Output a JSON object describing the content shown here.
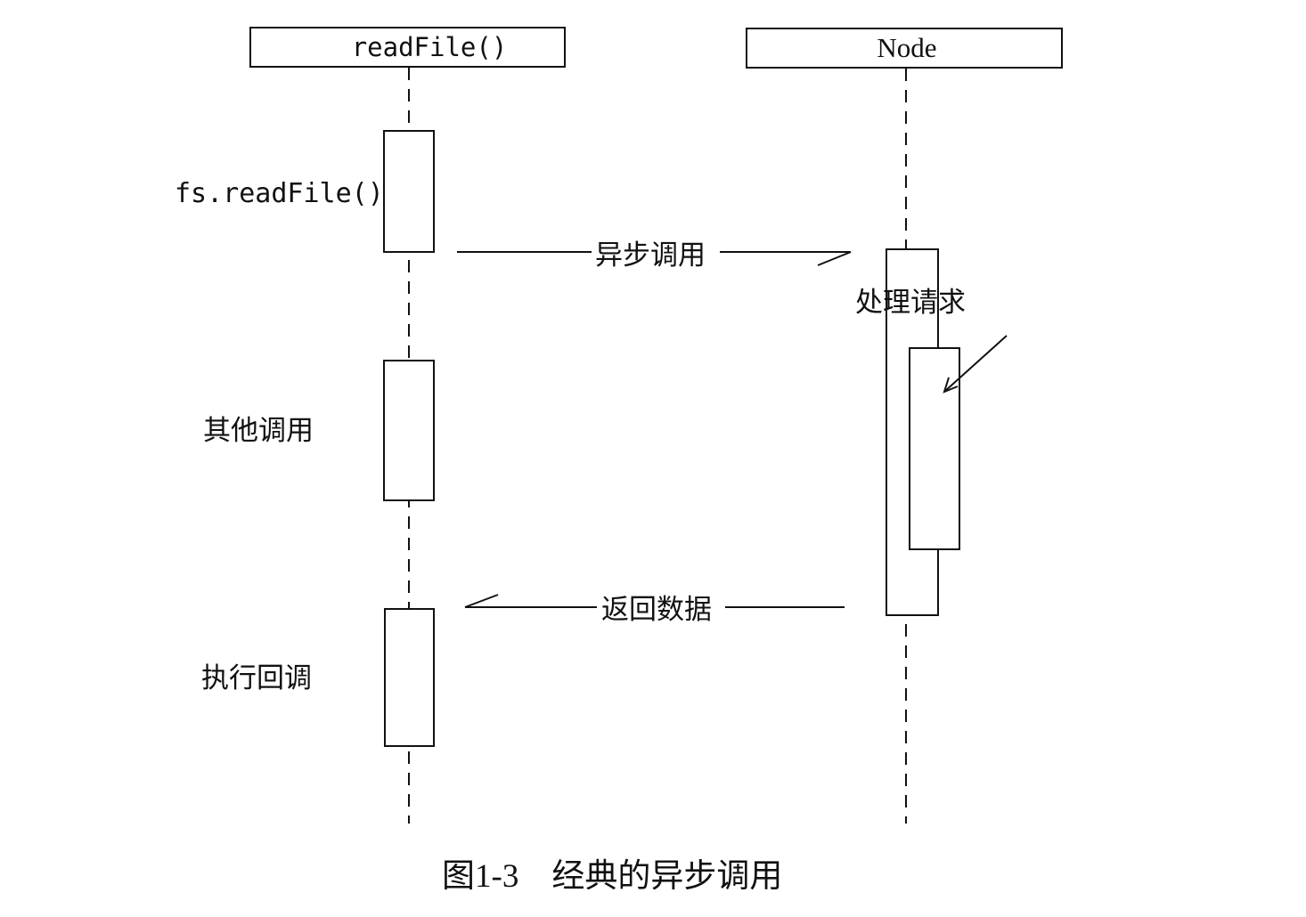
{
  "lifelines": {
    "left": {
      "label": "readFile()"
    },
    "right": {
      "label": "Node"
    }
  },
  "activations": {
    "left": [
      {
        "label": "fs.readFile()"
      },
      {
        "label": "其他调用"
      },
      {
        "label": "执行回调"
      }
    ],
    "right": {
      "label": "处理请求"
    }
  },
  "messages": {
    "async_call": "异步调用",
    "return_data": "返回数据"
  },
  "caption": {
    "text": "图1-3　经典的异步调用"
  },
  "colors": {
    "stroke": "#111111",
    "background": "#ffffff"
  }
}
